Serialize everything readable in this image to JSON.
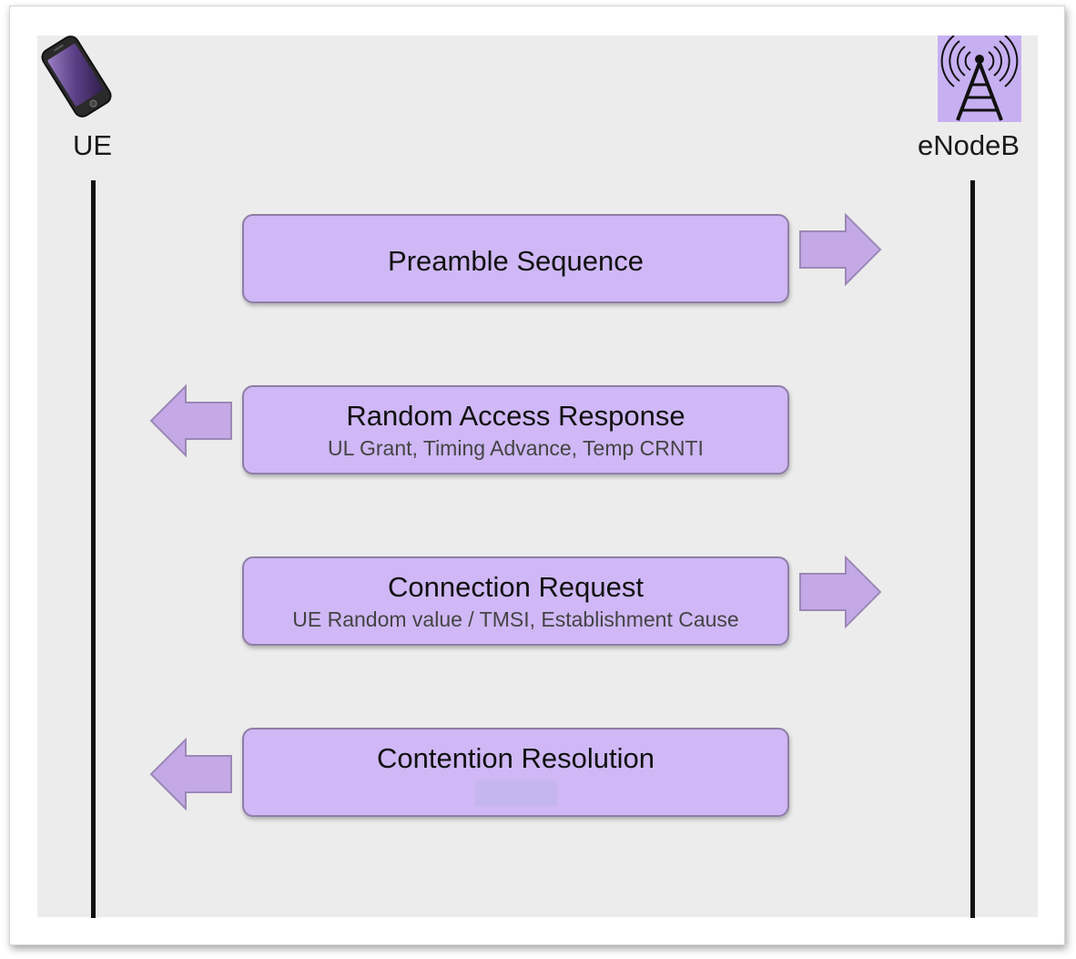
{
  "actors": {
    "ue": {
      "label": "UE",
      "icon": "mobile-phone-icon"
    },
    "enodeb": {
      "label": "eNodeB",
      "icon": "radio-tower-icon"
    }
  },
  "messages": [
    {
      "title": "Preamble Sequence",
      "subtitle": "",
      "direction": "UE to eNodeB"
    },
    {
      "title": "Random Access Response",
      "subtitle": "UL Grant, Timing Advance, Temp CRNTI",
      "direction": "eNodeB to UE"
    },
    {
      "title": "Connection Request",
      "subtitle": "UE Random value / TMSI, Establishment Cause",
      "direction": "UE to eNodeB"
    },
    {
      "title": "Contention Resolution",
      "subtitle": "",
      "direction": "eNodeB to UE"
    }
  ],
  "colors": {
    "box_fill": "#cfb8f5",
    "box_border": "#8e7ea6",
    "arrow_fill": "#c4a9e6",
    "background": "#ececec",
    "lifeline": "#111111"
  }
}
